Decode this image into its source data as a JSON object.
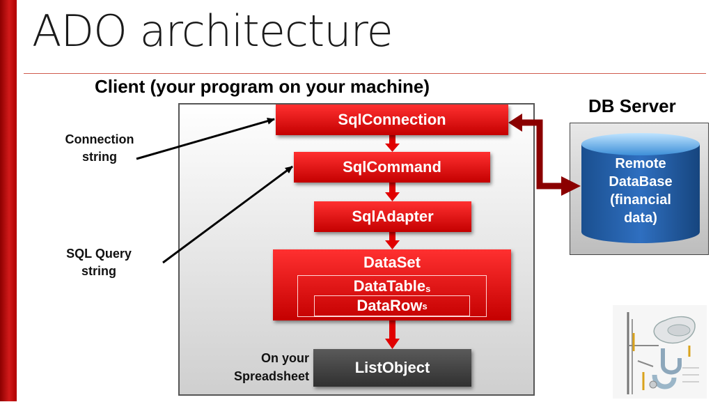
{
  "slide": {
    "title": "ADO architecture",
    "client_heading": "Client (your program on your machine)",
    "server_heading": "DB Server"
  },
  "components": {
    "sql_connection": "SqlConnection",
    "sql_command": "SqlCommand",
    "sql_adapter": "SqlAdapter",
    "dataset": "DataSet",
    "datatables": "DataTable",
    "datatables_suffix": "s",
    "datarows": "DataRow",
    "datarows_suffix": "s",
    "list_object": "ListObject"
  },
  "labels": {
    "connection_string": [
      "Connection",
      "string"
    ],
    "sql_query_string": [
      "SQL Query",
      "string"
    ],
    "on_spreadsheet": [
      "On your",
      "Spreadsheet"
    ]
  },
  "database": {
    "lines": [
      "Remote",
      "DataBase",
      "(financial",
      "data)"
    ]
  },
  "colors": {
    "component_red": "#e00000",
    "dark_red_connector": "#8b0000",
    "list_object_gray": "#404040",
    "database_blue": "#1e5fa8",
    "accent_bar": "#c00000"
  },
  "icons": {
    "plumbing_illustration": "plumbing-diagram-icon"
  }
}
